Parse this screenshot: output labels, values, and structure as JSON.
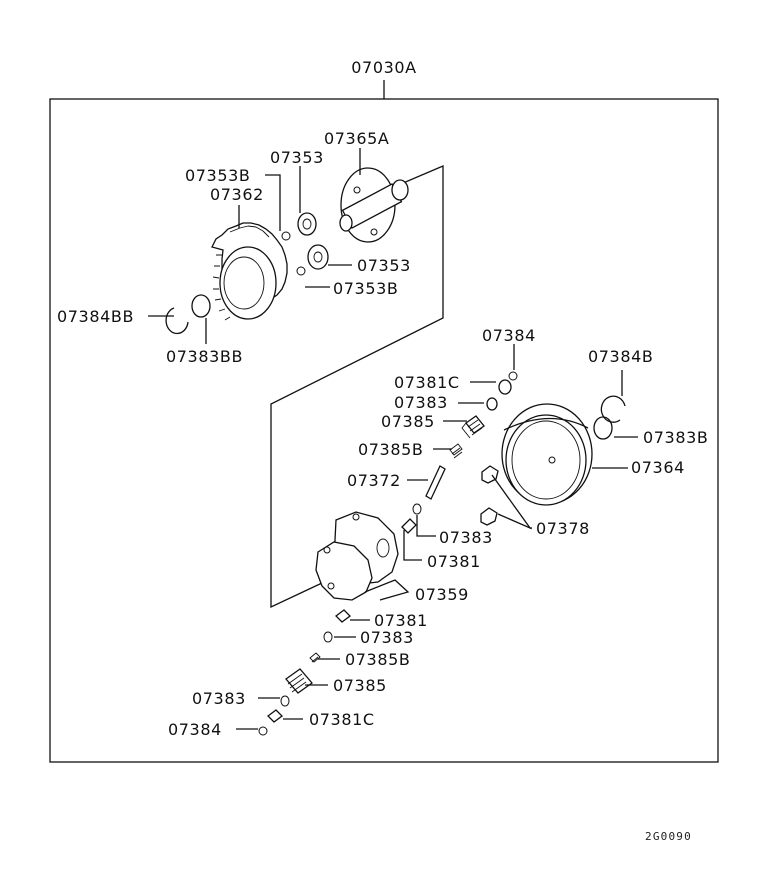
{
  "diagram": {
    "assembly_no": "07030A",
    "figure_code": "2G0090",
    "labels": {
      "l_07365A": "07365A",
      "l_07353_top": "07353",
      "l_07353B_top": "07353B",
      "l_07362": "07362",
      "l_07353_mid": "07353",
      "l_07353B_mid": "07353B",
      "l_07384BB": "07384BB",
      "l_07383BB": "07383BB",
      "l_07384_top": "07384",
      "l_07381C_top": "07381C",
      "l_07383_a": "07383",
      "l_07385_a": "07385",
      "l_07385B_a": "07385B",
      "l_07372": "07372",
      "l_07384B": "07384B",
      "l_07383B": "07383B",
      "l_07364": "07364",
      "l_07378": "07378",
      "l_07383_b": "07383",
      "l_07381_a": "07381",
      "l_07359": "07359",
      "l_07381_b": "07381",
      "l_07383_c": "07383",
      "l_07385B_b": "07385B",
      "l_07385_b": "07385",
      "l_07383_d": "07383",
      "l_07381C_b": "07381C",
      "l_07384_b": "07384"
    }
  }
}
